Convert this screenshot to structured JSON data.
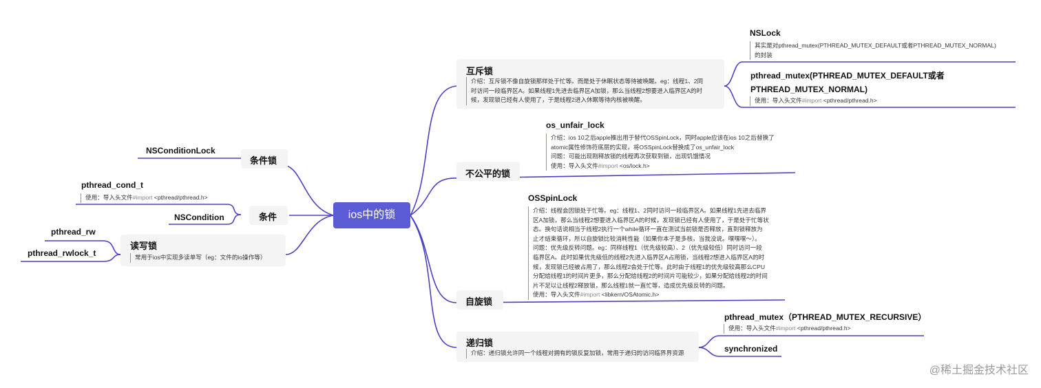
{
  "root": "ios中的锁",
  "left": {
    "nsconditionlock_group": {
      "title": "条件锁",
      "child": "NSConditionLock"
    },
    "condition_group": {
      "title": "条件",
      "pthread_cond_t": "pthread_cond_t",
      "pthread_cond_t_note": "使用：导入头文件",
      "pthread_cond_t_note_import": "#import",
      "pthread_cond_t_note_header": " <pthread/pthread.h>",
      "nscondition": "NSCondition"
    },
    "rw_group": {
      "title": "读写锁",
      "note": "常用于ios中实现多读单写（eg：文件的io操作等）",
      "pthread_rw": "pthread_rw",
      "pthread_rwlock_t": "pthread_rwlock_t"
    }
  },
  "right": {
    "mutex": {
      "title": "互斥锁",
      "note_lines": [
        "介绍：互斥锁不像自旋锁那样处于忙等。而是处于休眠状态等待被唤醒。eg：线程1、2同",
        "时访问一段临界区A。如果线程1先进去临界区A加锁，那么当线程2想要进入临界区A的时",
        "候，发现锁已经有人使用了，于是线程2进入休眠等待内核被唤醒。"
      ],
      "nslock": "NSLock",
      "nslock_note_lines": [
        "其实是对pthread_mutex(PTHREAD_MUTEX_DEFAULT或者PTHREAD_MUTEX_NORMAL)",
        "的封装"
      ],
      "pthread_mutex_lines": [
        "pthread_mutex(PTHREAD_MUTEX_DEFAULT或者",
        "PTHREAD_MUTEX_NORMAL)"
      ],
      "pthread_mutex_note": "使用：导入头文件",
      "pthread_mutex_note_import": "#import",
      "pthread_mutex_note_header": " <pthread/pthread.h>"
    },
    "unfair": {
      "title": "不公平的锁",
      "child": "os_unfair_lock",
      "note_lines": [
        "介绍：ios 10之后apple推出用于替代OSSpinLock，同时apple应该在ios 10之后替换了",
        "atomic属性修饰符底层的实现，将OSSpinLock替换成了os_unfair_lock",
        "问题：可能出现刚释放锁的线程再次获取到锁，出现饥饿情况"
      ],
      "use_prefix": "使用：导入头文件",
      "use_import": "#import",
      "use_header": " <os/lock.h>"
    },
    "spin": {
      "title": "自旋锁",
      "child": "OSSpinLock",
      "note_lines": [
        "介绍：线程会因锁处于忙等。eg：线程1、2同时访问一段临界区A。如果线程1先进去临界",
        "区A加锁，那么当线程2想要进入临界区A的时候，发现锁已经有人使用了，于是处于忙等状",
        "态。换句话说相当于线程2执行一个while循环一直在测试当前锁是否释放，直到锁释放为",
        "止才结束循环，所以自旋锁比较消耗性能（如果你本子是多核，当我没说。嘿嘿嘿～）。",
        "问题：优先级反转问题。eg：同样线程1（优先级较高）、2（优先级较低）同时访问一段",
        "临界区A。此时如果优先级低的线程2先进入临界区A占用锁，当线程2想进入临界区A的时",
        "候，发现锁已经被占用了，那么线程2会处于忙等。此时由于线程1的优先级较高那么CPU",
        "分配给线程1的时间片更多，那么分配给线程2的时间片可能较少，如果分配给线程2的时间",
        "片不足以让线程2释放锁，那么线程1就一直忙等，造成优先级反转的问题。"
      ],
      "use_prefix": "使用：导入头文件",
      "use_import": "#import",
      "use_header": " <libkern/OSAtomic.h>"
    },
    "recursive": {
      "title": "递归锁",
      "note": "介绍：递归锁允许同一个线程对拥有的锁反复加锁，常用于递归的访问临界界资源",
      "pthread_mutex_recursive": "pthread_mutex（PTHREAD_MUTEX_RECURSIVE）",
      "pmr_note": "使用：导入头文件",
      "pmr_note_import": "#import",
      "pmr_note_header": " <pthread/pthread.h>",
      "synchronized": "synchronized"
    }
  },
  "watermark": "@稀土掘金技术社区",
  "colors": {
    "root": "#5b5bd6",
    "branch": "#4b3fc4",
    "card": "#f4f4f4"
  }
}
